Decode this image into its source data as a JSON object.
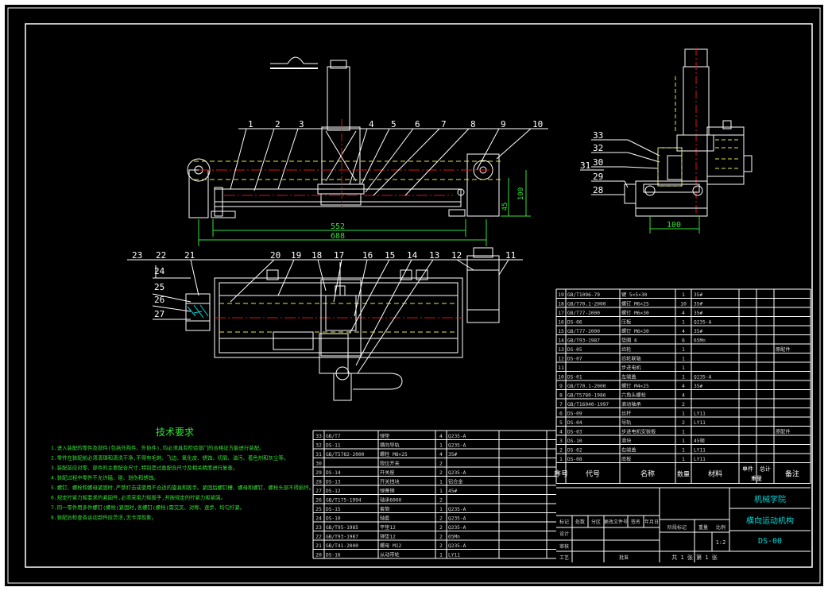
{
  "drawing": {
    "callouts_top": [
      "1",
      "2",
      "3",
      "4",
      "5",
      "6",
      "7",
      "8",
      "9",
      "10"
    ],
    "callouts_mid": [
      "23",
      "22",
      "21",
      "20",
      "19",
      "18",
      "17",
      "16",
      "15",
      "14",
      "13",
      "12",
      "11"
    ],
    "callouts_left": [
      "24",
      "25",
      "26",
      "27"
    ],
    "callouts_side": [
      "33",
      "32",
      "31",
      "30",
      "29",
      "28"
    ],
    "dim_overall": "688",
    "dim_inner": "552",
    "dim_height": "100",
    "dim_height2": "45",
    "dim_side": "100"
  },
  "tech_requirements": {
    "title": "技术要求",
    "lines": [
      "1.进入装配的零件及部件(包括外购件、外协件),均必须具有检验部门的合格证方能进行装配。",
      "2.零件在装配前必须清理和清洗干净,不得有毛刺、飞边、氧化皮、锈蚀、切屑、油污、着色剂和灰尘等。",
      "3.装配前应对零、部件的主要配合尺寸,特别是过盈配合尺寸及相关精度进行复查。",
      "4.装配过程中零件不允许磕、碰、划伤和锈蚀。",
      "5.螺钉、螺栓和螺母紧固时,严禁打击或使用不合适的旋具和扳手。紧固后螺钉槽、螺母和螺钉、螺栓头部不得损坏。",
      "6.规定拧紧力矩要求的紧固件,必须采用力矩扳手,并按规定的拧紧力矩紧固。",
      "7.同一零件用多件螺钉(螺栓)紧固时,各螺钉(螺栓)需交叉、对称、逐步、均匀拧紧。",
      "8.装配后检查各运动部件应灵活,无卡滞现象。"
    ]
  },
  "bom_right": {
    "rows": [
      [
        "19",
        "GB/T1096-79",
        "键 5×5×30",
        "1",
        "35#",
        "",
        ""
      ],
      [
        "18",
        "GB/T70.1-2000",
        "螺钉 M6×25",
        "10",
        "35#",
        "",
        ""
      ],
      [
        "17",
        "GB/T77-2000",
        "螺钉 M6×30",
        "4",
        "35#",
        "",
        ""
      ],
      [
        "16",
        "DS-06",
        "压板",
        "1",
        "Q235-A",
        "",
        ""
      ],
      [
        "15",
        "GB/T77-2000",
        "螺钉 M6×30",
        "4",
        "35#",
        "",
        ""
      ],
      [
        "14",
        "GB/T93-1987",
        "垫圈 6",
        "6",
        "65Mn",
        "",
        ""
      ],
      [
        "13",
        "DS-05",
        "齿轮",
        "1",
        "",
        "",
        "原配件"
      ],
      [
        "12",
        "DS-07",
        "齿轮联轴",
        "1",
        "",
        "",
        ""
      ],
      [
        "11",
        "",
        "步进电机",
        "1",
        "",
        "",
        ""
      ],
      [
        "10",
        "DS-01",
        "左端盖",
        "1",
        "Q235-A",
        "",
        ""
      ],
      [
        "9",
        "GB/T70.1-2000",
        "螺钉 M4×25",
        "4",
        "35#",
        "",
        ""
      ],
      [
        "8",
        "GB/T5780-1986",
        "六角头螺栓",
        "4",
        "",
        "",
        ""
      ],
      [
        "7",
        "GB/T16940-1997",
        "滚动轴承",
        "2",
        "",
        "",
        ""
      ],
      [
        "6",
        "DS-09",
        "丝杆",
        "1",
        "LY11",
        "",
        ""
      ],
      [
        "5",
        "DS-04",
        "导轨",
        "2",
        "LY11",
        "",
        ""
      ],
      [
        "4",
        "DS-03",
        "步进电机安装板",
        "1",
        "",
        "",
        "原配件"
      ],
      [
        "3",
        "DS-10",
        "滑块",
        "1",
        "45钢",
        "",
        ""
      ],
      [
        "2",
        "DS-02",
        "右端盖",
        "1",
        "LY11",
        "",
        ""
      ],
      [
        "1",
        "DS-08",
        "底板",
        "1",
        "LY11",
        "",
        ""
      ]
    ],
    "header": [
      "序号",
      "代号",
      "名称",
      "数量",
      "材料",
      "单件",
      "总计",
      "备注"
    ],
    "weight_label": "重量"
  },
  "bom_left": {
    "rows": [
      [
        "33",
        "GB/T7",
        "弹垫",
        "4",
        "Q235-A",
        "",
        ""
      ],
      [
        "32",
        "DS-11",
        "横向导轨",
        "1",
        "Q235-A",
        "",
        ""
      ],
      [
        "31",
        "GB/T5782-2000",
        "螺栓 M8×25",
        "4",
        "35#",
        "",
        ""
      ],
      [
        "30",
        "",
        "限位开关",
        "2",
        "",
        "",
        ""
      ],
      [
        "29",
        "DS-14",
        "开关座",
        "2",
        "Q235-A",
        "",
        ""
      ],
      [
        "28",
        "DS-13",
        "开关挡块",
        "1",
        "铝合金",
        "",
        ""
      ],
      [
        "27",
        "DS-12",
        "弹簧销",
        "1",
        "45#",
        "",
        ""
      ],
      [
        "26",
        "GB/T175-1994",
        "轴承6000",
        "2",
        "",
        "",
        ""
      ],
      [
        "25",
        "DS-15",
        "套筒",
        "1",
        "Q235-A",
        "",
        ""
      ],
      [
        "24",
        "DS-10",
        "轴套",
        "2",
        "Q235-A",
        "",
        ""
      ],
      [
        "23",
        "GB/T95-1985",
        "平垫12",
        "2",
        "Q235-A",
        "",
        ""
      ],
      [
        "22",
        "GB/T93-1987",
        "弹垫12",
        "2",
        "65Mn",
        "",
        ""
      ],
      [
        "21",
        "GB/T41-2000",
        "螺母 M12",
        "2",
        "Q235-A",
        "",
        ""
      ],
      [
        "20",
        "DS-16",
        "从动带轮",
        "1",
        "LY11",
        "",
        ""
      ]
    ]
  },
  "title_block": {
    "school": "机械学院",
    "drawing_name": "横向运动机构",
    "drawing_no": "DS-00",
    "scale": "1:2",
    "sheet": "共 1 张  第 1 张",
    "labels": [
      "标记",
      "处数",
      "分区",
      "更改文件号",
      "签名",
      "年月日",
      "设计",
      "审核",
      "工艺",
      "批准",
      "阶段标记",
      "重量",
      "比例"
    ]
  },
  "colors": {
    "background": "#000000",
    "line": "#ffffff",
    "center_line": "#e01010",
    "hidden_line": "#e6e64a",
    "dimension": "#36e036",
    "hatch": "#00d8d8"
  }
}
